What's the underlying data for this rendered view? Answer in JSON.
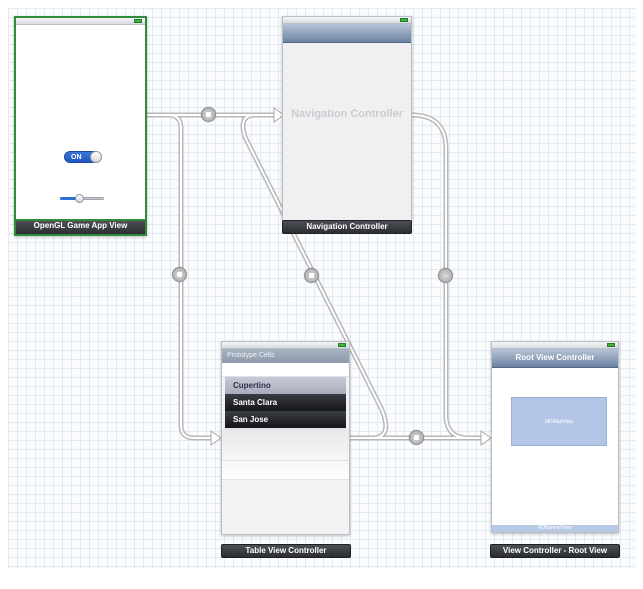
{
  "scenes": {
    "opengl": {
      "label": "OpenGL Game App View",
      "toggle_text": "ON",
      "slider_value": 0.45
    },
    "navigation": {
      "label": "Navigation Controller",
      "title": "Navigation Controller"
    },
    "table": {
      "label": "Table View Controller",
      "section_header": "Prototype Cells",
      "cells": [
        "Cupertino",
        "Santa Clara",
        "San Jose"
      ]
    },
    "rootview": {
      "label": "View Controller - Root View",
      "nav_title": "Root View Controller",
      "map_view": "MKMapView",
      "banner_view": "ADBannerView"
    }
  },
  "segues": {
    "push_glyph": "",
    "modal_glyph": "↔"
  },
  "colors": {
    "selection_green": "#2f8a39",
    "navbar_blue": "#6c82a2",
    "segue_line": "#c8c8c8",
    "toggle_blue": "#2156c0",
    "grid_line": "#e3eaf3"
  }
}
